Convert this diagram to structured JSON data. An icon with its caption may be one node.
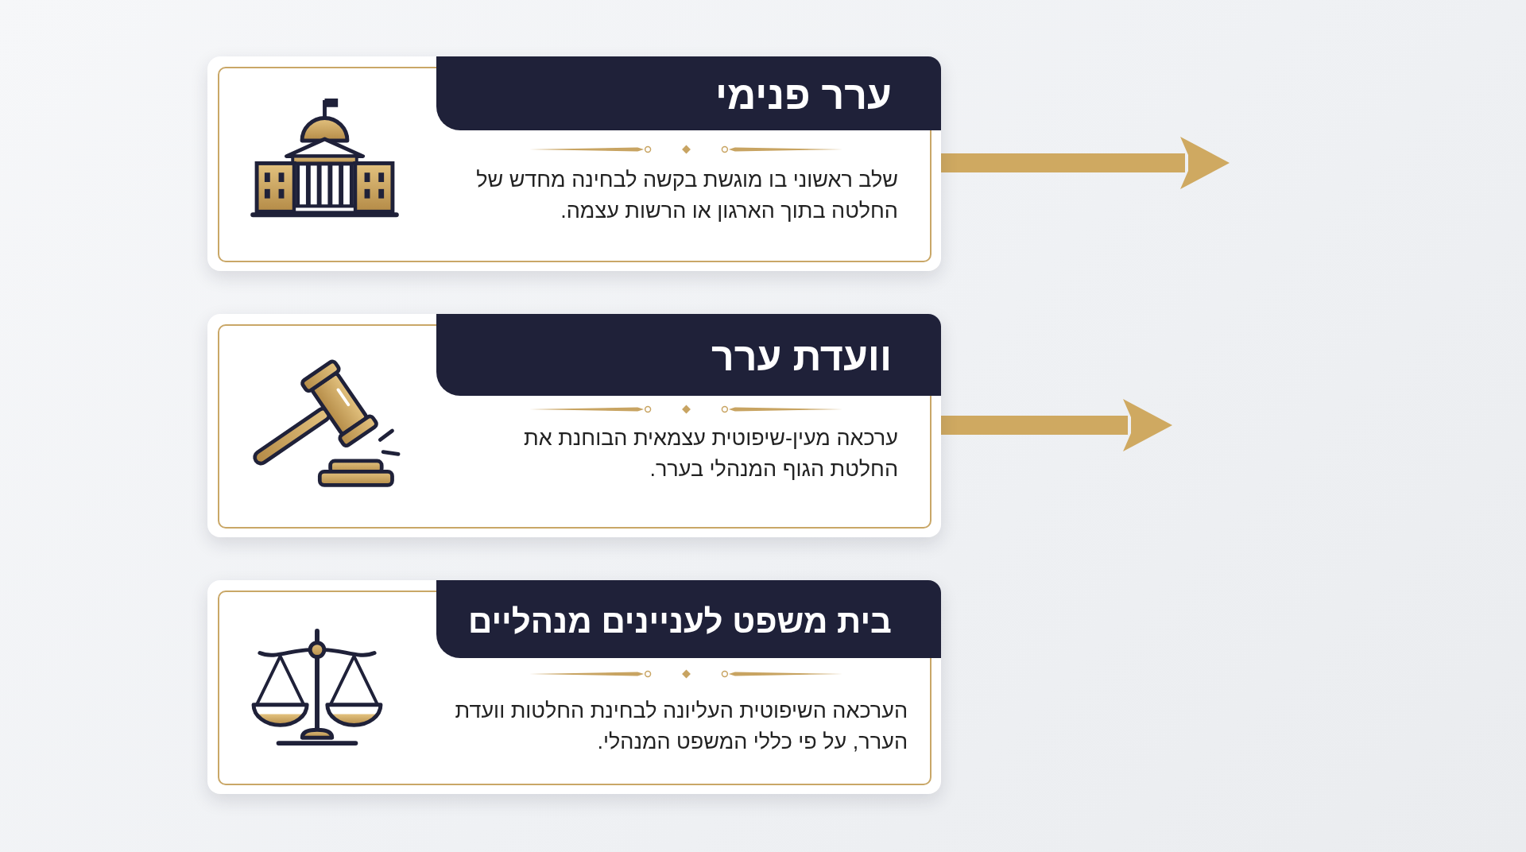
{
  "diagram": {
    "nodes": [
      {
        "text": [
          "ערר פנימי",
          "שלב ראשוני בו מוגשת בקשה לבחינה מחדש של החלטה בתוך הארגון או הרשות עצמה."
        ]
      },
      {
        "text": [
          "וועדת ערר",
          "ערכאה מעין-שיפוטית עצמאית הבוחנת את החלטת הגוף המנהלי בערר."
        ]
      },
      {
        "text": [
          "בית משפט לעניינים מנהליים",
          "הערכאה השיפוטית העליונה לבחינת החלטות וועדת הערר, על פי כללי המשפט המנהלי."
        ]
      }
    ],
    "edges": [
      {
        "from": 0,
        "to": null,
        "arrow": "to"
      },
      {
        "from": 1,
        "to": null,
        "arrow": "to"
      }
    ]
  }
}
